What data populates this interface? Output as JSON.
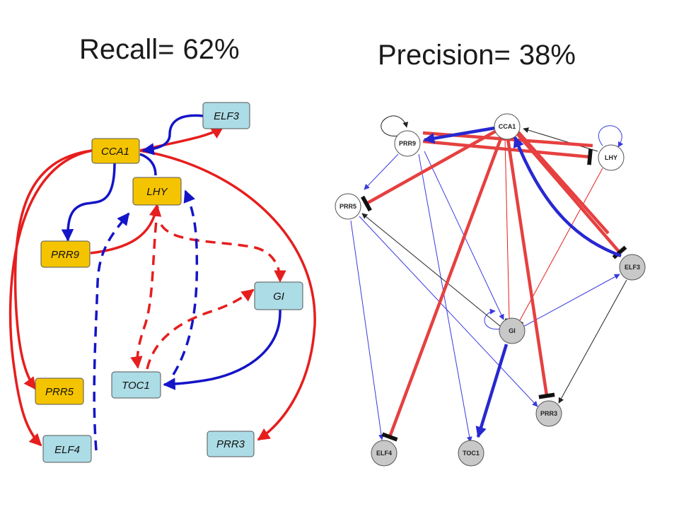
{
  "left_panel": {
    "metric_label": "Recall=",
    "metric_value": "62%",
    "nodes": {
      "ELF3": "ELF3",
      "CCA1": "CCA1",
      "LHY": "LHY",
      "PRR9": "PRR9",
      "GI": "GI",
      "PRR5": "PRR5",
      "TOC1": "TOC1",
      "ELF4": "ELF4",
      "PRR3": "PRR3"
    }
  },
  "right_panel": {
    "metric_label": "Precision=",
    "metric_value": "38%",
    "nodes": {
      "CCA1": "CCA1",
      "PRR9": "PRR9",
      "LHY": "LHY",
      "PRR5": "PRR5",
      "ELF3": "ELF3",
      "GI": "GI",
      "PRR3": "PRR3",
      "ELF4": "ELF4",
      "TOC1": "TOC1"
    }
  },
  "colors": {
    "activation": "#e61e1e",
    "repression": "#1414c8",
    "node_yellow": "#f5c400",
    "node_lightblue": "#acdce6",
    "node_white": "#ffffff",
    "node_grey": "#c8c8c8"
  }
}
